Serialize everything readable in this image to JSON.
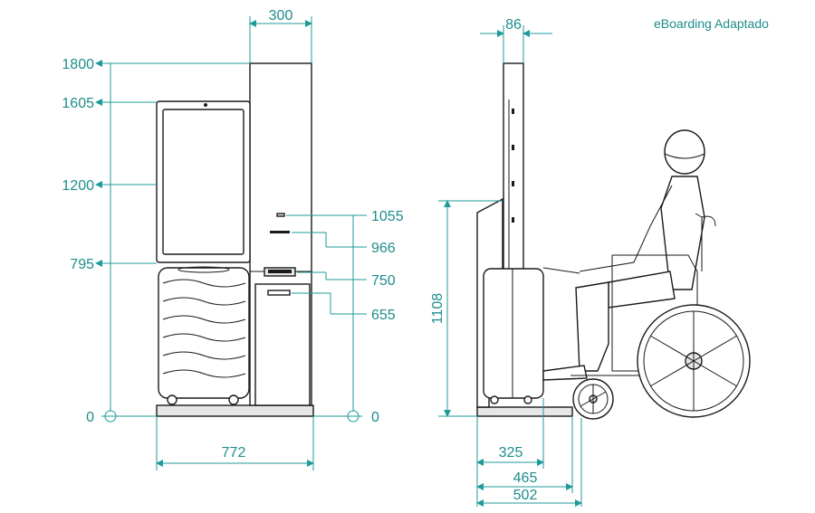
{
  "brand": "eBoarding Adaptado",
  "front_view": {
    "width_top": "300",
    "width_bottom": "772",
    "heights_left": [
      "1800",
      "1605",
      "1200",
      "795",
      "0"
    ],
    "heights_right": [
      "1055",
      "966",
      "750",
      "655",
      "0"
    ]
  },
  "side_view": {
    "depth_top": "86",
    "height_counter": "1108",
    "depth_1": "325",
    "depth_2": "465",
    "depth_3": "502"
  },
  "colors": {
    "accent": "#1f8c8c",
    "line": "#1a1a1a"
  }
}
